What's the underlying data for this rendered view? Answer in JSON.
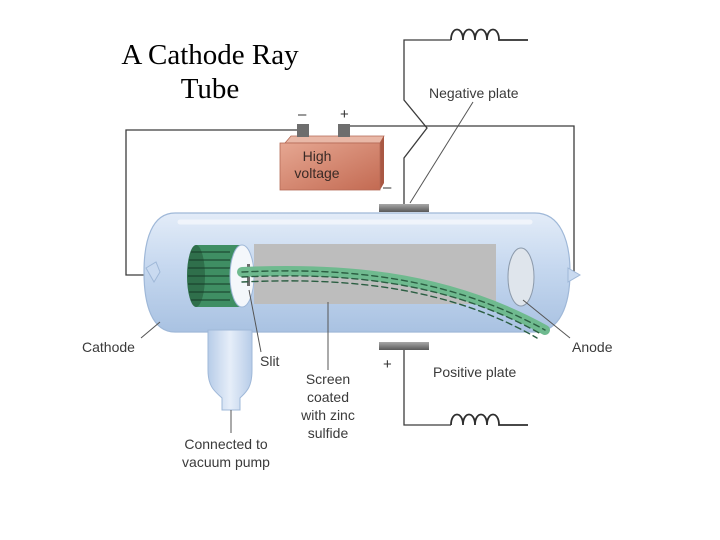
{
  "title": {
    "line1": "A Cathode Ray",
    "line2": "Tube"
  },
  "battery": {
    "line1": "High",
    "line2": "voltage",
    "minus": "–",
    "plus": "+"
  },
  "labels": {
    "negative_plate": "Negative plate",
    "negative_sign": "–",
    "positive_plate": "Positive plate",
    "positive_sign": "+",
    "cathode": "Cathode",
    "anode": "Anode",
    "slit": "Slit",
    "screen": [
      "Screen",
      "coated",
      "with zinc",
      "sulfide"
    ],
    "pump": [
      "Connected to",
      "vacuum pump"
    ]
  },
  "colors": {
    "tube_glass": "#c9daf0",
    "tube_edge": "#9fb8d8",
    "screen": "#bdbdbd",
    "beam": "#4c9a6e",
    "battery": "#c9745e",
    "cathode": "#3f8e63",
    "wire": "#3c3c3c"
  },
  "icons": [
    "coil-icon",
    "battery-icon"
  ]
}
